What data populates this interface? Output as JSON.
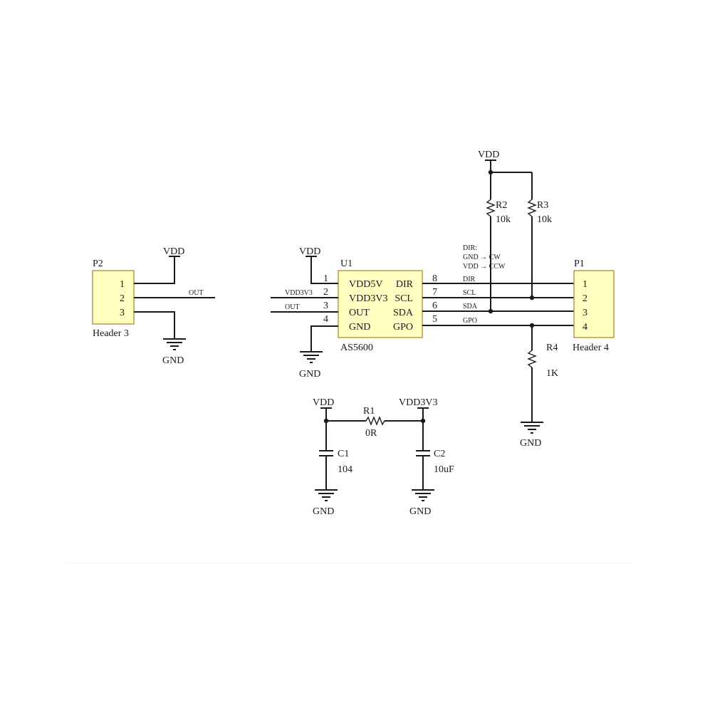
{
  "colors": {
    "ink": "#1a1a1a",
    "component_fill": "#ffffc0",
    "component_border": "#b89a4a"
  },
  "p2": {
    "ref": "P2",
    "type": "Header 3",
    "pins": [
      "1",
      "2",
      "3"
    ],
    "vdd": "VDD",
    "gnd": "GND",
    "out_net": "OUT"
  },
  "u1": {
    "ref": "U1",
    "part": "AS5600",
    "left_pins": [
      {
        "num": "1",
        "name": "VDD5V"
      },
      {
        "num": "2",
        "name": "VDD3V3"
      },
      {
        "num": "3",
        "name": "OUT"
      },
      {
        "num": "4",
        "name": "GND"
      }
    ],
    "right_pins": [
      {
        "num": "8",
        "name": "DIR",
        "net": "DIR"
      },
      {
        "num": "7",
        "name": "SCL",
        "net": "SCL"
      },
      {
        "num": "6",
        "name": "SDA",
        "net": "SDA"
      },
      {
        "num": "5",
        "name": "GPO",
        "net": "GPO"
      }
    ],
    "vdd": "VDD",
    "gnd": "GND",
    "net_vdd3v3": "VDD3V3",
    "net_out": "OUT"
  },
  "dir_note": [
    "DIR:",
    "GND → CW",
    "VDD → CCW"
  ],
  "p1": {
    "ref": "P1",
    "type": "Header 4",
    "pins": [
      "1",
      "2",
      "3",
      "4"
    ]
  },
  "r2": {
    "ref": "R2",
    "value": "10k"
  },
  "r3": {
    "ref": "R3",
    "value": "10k"
  },
  "r4": {
    "ref": "R4",
    "value": "1K",
    "gnd": "GND"
  },
  "pullup_vdd": "VDD",
  "r1": {
    "ref": "R1",
    "value": "0R"
  },
  "c1": {
    "ref": "C1",
    "value": "104",
    "gnd": "GND"
  },
  "c2": {
    "ref": "C2",
    "value": "10uF",
    "gnd": "GND"
  },
  "supply": {
    "vdd": "VDD",
    "vdd3v3": "VDD3V3"
  }
}
